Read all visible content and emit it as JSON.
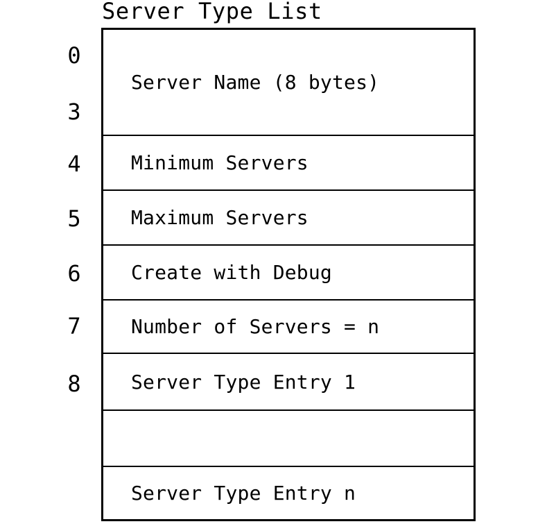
{
  "diagram": {
    "title": "Server Type List",
    "colors": {
      "ink": "#000000",
      "background": "#ffffff"
    },
    "rows": [
      {
        "offsets": [
          "0",
          "3"
        ],
        "label": "Server Name (8 bytes)"
      },
      {
        "offsets": [
          "4"
        ],
        "label": "Minimum Servers"
      },
      {
        "offsets": [
          "5"
        ],
        "label": "Maximum Servers"
      },
      {
        "offsets": [
          "6"
        ],
        "label": "Create with Debug"
      },
      {
        "offsets": [
          "7"
        ],
        "label": "Number of Servers = n"
      },
      {
        "offsets": [
          "8"
        ],
        "label": "Server Type Entry 1"
      },
      {
        "offsets": [],
        "label": ""
      },
      {
        "offsets": [],
        "label": "Server Type Entry n"
      }
    ]
  }
}
